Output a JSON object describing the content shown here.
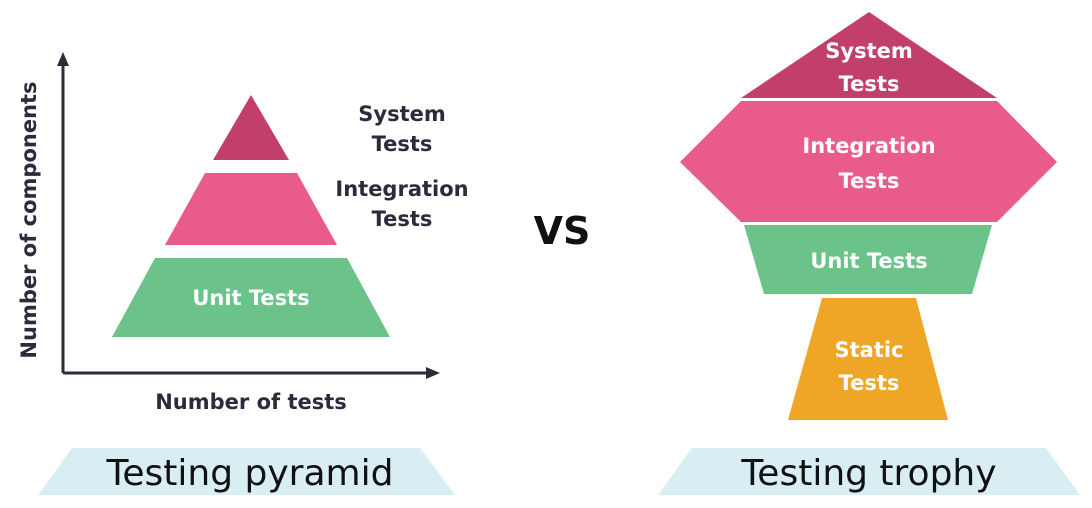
{
  "pyramid": {
    "y_axis_label": "Number of components",
    "x_axis_label": "Number of tests",
    "system_line1": "System",
    "system_line2": "Tests",
    "integration_line1": "Integration",
    "integration_line2": "Tests",
    "unit": "Unit Tests",
    "banner": "Testing pyramid"
  },
  "vs": "VS",
  "trophy": {
    "system_line1": "System",
    "system_line2": "Tests",
    "integration_line1": "Integration",
    "integration_line2": "Tests",
    "unit": "Unit Tests",
    "static_line1": "Static",
    "static_line2": "Tests",
    "banner": "Testing trophy"
  },
  "colors": {
    "system": "#c23f6c",
    "integration": "#e95b88",
    "unit": "#6cc389",
    "static": "#efa626",
    "banner": "#d9eef2"
  }
}
